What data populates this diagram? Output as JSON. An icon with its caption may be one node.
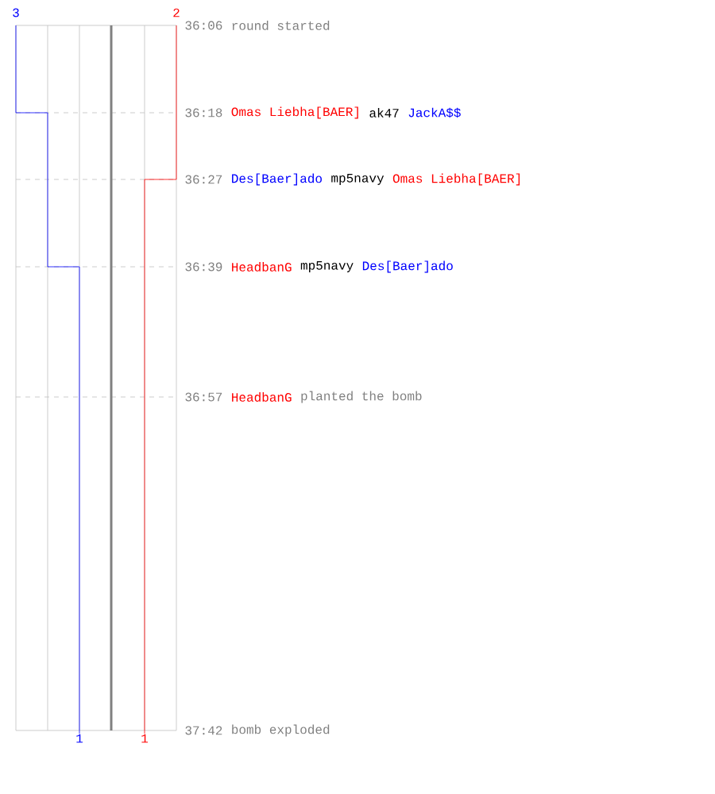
{
  "diagram": {
    "labels": [
      "3",
      "2",
      "36:06",
      "round started",
      "36:18",
      "Omas Liebha[BAER]",
      "ak47",
      "JackA$$",
      "36:27",
      "Des[Baer]ado",
      "mp5navy",
      "Omas Liebha[BAER]",
      "36:39",
      "HeadbanG",
      "mp5navy",
      "Des[Baer]ado",
      "36:57",
      "HeadbanG",
      "planted the bomb",
      "37:42",
      "bomb exploded",
      "1",
      "1"
    ]
  }
}
